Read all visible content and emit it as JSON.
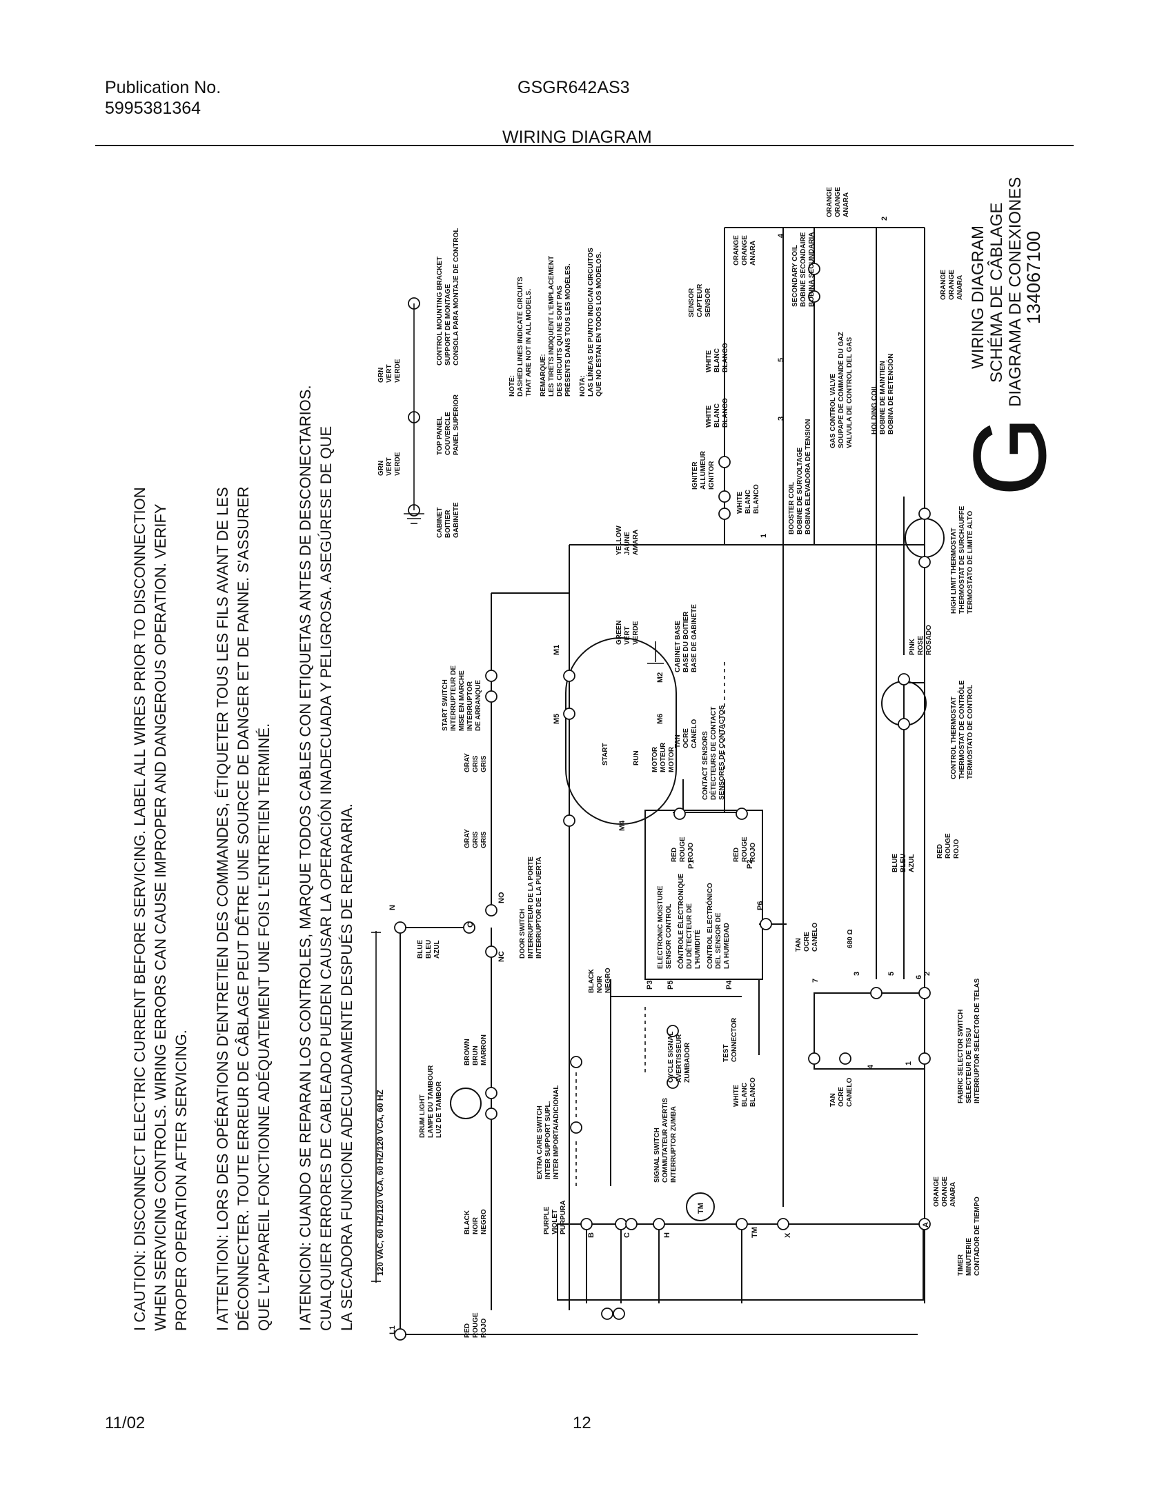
{
  "header": {
    "publication_label": "Publication No.",
    "publication_number": "5995381364",
    "model": "GSGR642AS3",
    "section_title": "WIRING DIAGRAM"
  },
  "footer": {
    "date": "11/02",
    "page": "12"
  },
  "caution": [
    "I CAUTION: DISCONNECT ELECTRIC CURRENT BEFORE SERVICING. LABEL ALL WIRES PRIOR TO DISCONNECTION",
    "WHEN SERVICING CONTROLS. WIRING ERRORS CAN CAUSE IMPROPER AND DANGEROUS OPERATION. VERIFY",
    "PROPER OPERATION AFTER SERVICING.",
    "I ATTENTION: LORS DES OPÉRATIONS D'ENTRETIEN DES COMMANDES, ÉTIQUETER TOUS LES FILS AVANT DE LES",
    "DÉCONNECTER. TOUTE ERREUR DE CÂBLAGE PEUT DÊTRE UNE SOURCE DE DANGER ET DE PANNE. S'ASSURER",
    "QUE L'APPAREIL FONCTIONNE ADÉQUATEMENT UNE FOIS L'ENTRETIEN TERMINÉ.",
    "I ATENCION: CUANDO SE REPARAN LOS CONTROLES, MARQUE TODOS CABLES CON ETIQUETAS ANTES DE DESCONECTARIOS.",
    "CUALQUIER ERRORES DE CABLEADO PUEDEN CAUSAR LA OPERACIÓN INADECUADA Y PELIGROSA. ASEGÚRESE DE QUE",
    "LA SECADORA FUNCIONE ADECUADAMENTE DESPUÉS DE REPARARIA."
  ],
  "diagram_title": {
    "en": "WIRING DIAGRAM",
    "fr": "SCHÉMA DE CÂBLAGE",
    "es": "DIAGRAMA DE CONEXIONES",
    "number": "134067100",
    "letter": "G"
  },
  "supply": {
    "voltage": "120 VAC, 60 HZ/120 VCA, 60 HZ/120 VCA, 60 HZ",
    "l1": "L1",
    "n": "N"
  },
  "note": [
    "NOTE:",
    "DASHED LINES INDICATE CIRCUITS",
    "THAT ARE NOT IN ALL MODELS.",
    "REMARQUE:",
    "LES TIRETS INDIQUENT L'EMPLACEMENT",
    "DES CIRCUITS QUI NE SONT PAS",
    "PRÉSENTS DANS TOUS LES MODÈLES.",
    "NOTA:",
    "LAS LÍNEAS DE PUNTO INDICAN CIRCUITOS",
    "QUE NO ESTAN EN TODOS LOS MODELOS."
  ],
  "ground_labels": {
    "cabinet": [
      "CABINET",
      "BOITIER",
      "GABINETE"
    ],
    "top_panel": [
      "TOP PANEL",
      "COUVERCLE",
      "PANEL SUPERIOR"
    ],
    "control_bracket": [
      "CONTROL MOUNTING BRACKET",
      "SUPPORT DE MONTAGE",
      "CONSOLA PARA MONTAJE DE CONTROL"
    ],
    "grn1": [
      "GRN",
      "VERT",
      "VERDE"
    ],
    "grn2": [
      "GRN",
      "VERT",
      "VERDE"
    ]
  },
  "components": {
    "drum_light": [
      "DRUM LIGHT",
      "LAMPE DU TAMBOUR",
      "LUZ DE TAMBOR"
    ],
    "door_switch": [
      "DOOR SWITCH",
      "INTERRUPTEUR DE LA PORTE",
      "INTERRUPTOR DE LA PUERTA"
    ],
    "start_switch": [
      "START SWITCH",
      "INTERRUPTEUR DE",
      "MISE EN MARCHE",
      "INTERRUPTOR",
      "DE ARRANQUE"
    ],
    "motor": [
      "MOTOR",
      "MOTEUR",
      "MOTOR"
    ],
    "motor_start": "START",
    "motor_run": "RUN",
    "cabinet_base": [
      "CABINET BASE",
      "BASE DU BOITIER",
      "BASE DE GABINETE"
    ],
    "contact_sensors": [
      "CONTACT SENSORS",
      "DÉTECTEURS DE CONTACT",
      "SENSORES DE CONTACTOS"
    ],
    "moisture_control": [
      "ELECTRONIC MOISTURE",
      "SENSOR CONTROL",
      "CÔNTROLE ÉLECTRONIQUE",
      "DU DÉTECTEUR DE",
      "L'HUMIDITÉ",
      "CONTROL ELECTRÓNICO",
      "DEL SENSOR DE",
      "LA HUMEDAD"
    ],
    "extra_care": [
      "EXTRA CARE SWITCH",
      "INTER SUPPORT SUPL.",
      "INTER IMPORTA/ADICIONAL"
    ],
    "cycle_signal": [
      "CYCLE SIGNAL",
      "AVERTISSEUR",
      "ZUMBADOR"
    ],
    "test_connector": [
      "TEST",
      "CONNECTOR"
    ],
    "signal_switch": [
      "SIGNAL SWITCH",
      "COMMUTATEUR AVERTIS",
      "INTERRUPTOR ZUMBA"
    ],
    "timer": [
      "TIMER",
      "MINUTERIE",
      "CONTADOR DE TIEMPO"
    ],
    "timer_motor": "TM",
    "fabric_selector": [
      "FABRIC SELECTOR SWITCH",
      "SÉLECTEUR DE TISSU",
      "INTERRUPTOR SELECTOR DE TELAS"
    ],
    "control_thermostat": [
      "CONTROL THERMOSTAT",
      "THERMOSTAT DE CONTRÔLE",
      "TERMOSTATO DE CONTROL"
    ],
    "high_limit": [
      "HIGH LIMIT THERMOSTAT",
      "THERMOSTAT DE SURCHAUFFE",
      "TERMOSTATO DE LIMITE ALTO"
    ],
    "igniter": [
      "IGNITER",
      "ALLUMEUR",
      "IGNITOR"
    ],
    "sensor": [
      "SENSOR",
      "CAPTEUR",
      "SENSOR"
    ],
    "booster_coil": [
      "BOOSTER COIL",
      "BOBINE DE SURVOLTAGE",
      "BOBINA ELEVADORA DE TENSION"
    ],
    "holding_coil": [
      "HOLDING COIL",
      "BOBINE DE MAINTIEN",
      "BOBINA DE RETENCIÓN"
    ],
    "secondary_coil": [
      "SECONDARY COIL",
      "BOBINE SECONDAIRE",
      "BOBINA SECUNDARIA"
    ],
    "gas_valve": [
      "GAS CONTROL VALVE",
      "SOUPAPE DE COMMANDE DU GAZ",
      "VALVULA DE CONTROL DEL GAS"
    ],
    "resistor": "680 Ω"
  },
  "wire_colors": {
    "red": [
      "RED",
      "ROUGE",
      "ROJO"
    ],
    "black": [
      "BLACK",
      "NOIR",
      "NEGRO"
    ],
    "brown": [
      "BROWN",
      "BRUN",
      "MARRON"
    ],
    "purple": [
      "PURPLE",
      "VIOLET",
      "PURPURA"
    ],
    "orange": [
      "ORANGE",
      "ORANGE",
      "ANARA"
    ],
    "blue": [
      "BLUE",
      "BLEU",
      "AZUL"
    ],
    "white": [
      "WHITE",
      "BLANC",
      "BLANCO"
    ],
    "gray": [
      "GRAY",
      "GRIS",
      "GRIS"
    ],
    "yellow": [
      "YELLOW",
      "JAUNE",
      "AMARA"
    ],
    "pink": [
      "PINK",
      "ROSE",
      "ROSADO"
    ],
    "tan": [
      "TAN",
      "OCRE",
      "CANELO"
    ],
    "green": [
      "GREEN",
      "VERT",
      "VERDE"
    ]
  },
  "pins": {
    "timer": [
      "B",
      "C",
      "H",
      "TM",
      "X",
      "A"
    ],
    "motor": [
      "M1",
      "M2",
      "M5",
      "M6",
      "M4"
    ],
    "control": [
      "P1",
      "P2",
      "P3",
      "P4",
      "P5",
      "P6"
    ],
    "door": [
      "C",
      "NO",
      "NC"
    ],
    "fabric": [
      "7",
      "3",
      "5",
      "2",
      "6",
      "4",
      "1"
    ],
    "gas": [
      "1",
      "3",
      "5",
      "4",
      "2"
    ]
  }
}
